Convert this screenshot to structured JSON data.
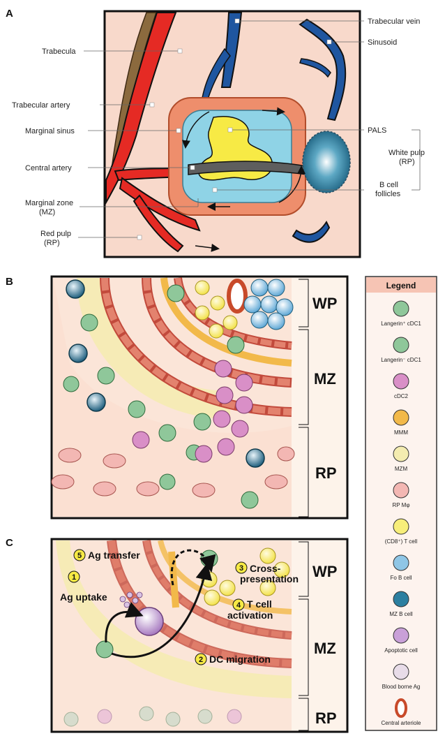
{
  "panels": {
    "a": "A",
    "b": "B",
    "c": "C"
  },
  "panel_a_labels": {
    "trabecula": "Trabecula",
    "trabecular_artery": "Trabecular artery",
    "marginal_sinus": "Marginal sinus",
    "central_artery": "Central artery",
    "marginal_zone_1": "Marginal zone",
    "marginal_zone_2": "(MZ)",
    "red_pulp_1": "Red pulp",
    "red_pulp_2": "(RP)",
    "trabecular_vein": "Trabecular vein",
    "sinusoid": "Sinusoid",
    "pals": "PALS",
    "white_pulp_1": "White pulp",
    "white_pulp_2": "(RP)",
    "b_cell_1": "B cell",
    "b_cell_2": "follicles"
  },
  "zones": {
    "wp": "WP",
    "mz": "MZ",
    "rp": "RP"
  },
  "legend": {
    "title": "Legend",
    "items": [
      {
        "label": "Langerin⁺ cDC1",
        "color": "#8fc79a"
      },
      {
        "label": "Langerin⁻ cDC1",
        "color": "#8fc79a"
      },
      {
        "label": "cDC2",
        "color": "#d98fc7"
      },
      {
        "label": "MMM",
        "color": "#f2b94a"
      },
      {
        "label": "MZM",
        "color": "#f4ecb0"
      },
      {
        "label": "RP Mφ",
        "color": "#f3b7b3"
      },
      {
        "label": "(CD8⁺) T cell",
        "color": "#f7ee7a"
      },
      {
        "label": "Fo B cell",
        "color": "#8fc6e6"
      },
      {
        "label": "MZ B cell",
        "color": "#2c7fa0"
      },
      {
        "label": "Apoptotic cell",
        "color": "#c9a0d8"
      },
      {
        "label": "Blood borne Ag",
        "color": "#e8dce8"
      },
      {
        "label": "Central arteriole",
        "color": "#c84a2a"
      }
    ]
  },
  "steps": [
    {
      "num": "1",
      "text": "Ag uptake"
    },
    {
      "num": "2",
      "text": "DC migration"
    },
    {
      "num": "3",
      "text": "Cross-",
      "text2": "presentation"
    },
    {
      "num": "4",
      "text": "T cell",
      "text2": "activation"
    },
    {
      "num": "5",
      "text": "Ag transfer"
    }
  ],
  "colors": {
    "background_pink": "#f8d9cb",
    "artery_red": "#e52a24",
    "vein_blue": "#1f56a0",
    "mz_orange": "#ee8e6c",
    "follicle_blue": "#8fd3e6",
    "pals_yellow": "#f7ea45"
  }
}
